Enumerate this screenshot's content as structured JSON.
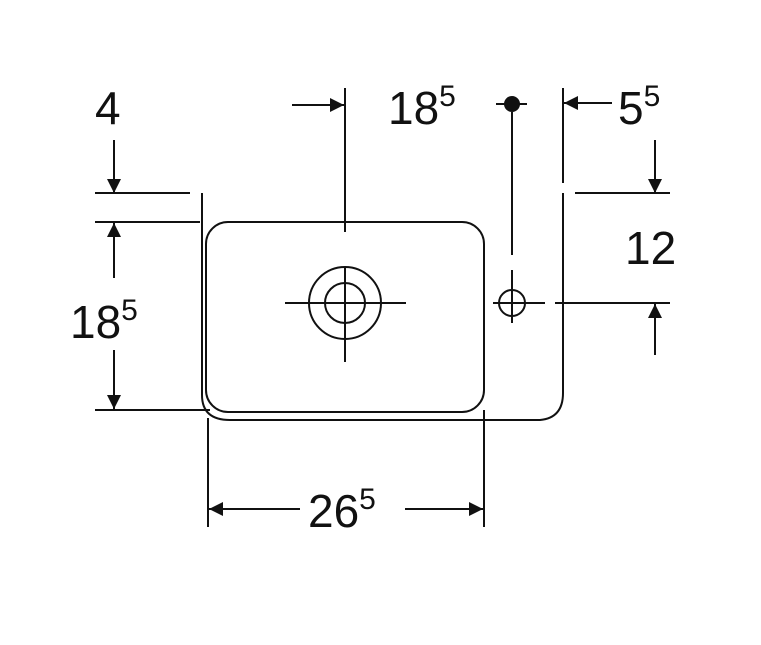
{
  "colors": {
    "line": "#111111",
    "background": "#ffffff"
  },
  "dimensions": {
    "top_left": {
      "main": "4"
    },
    "top_center": {
      "main": "18",
      "sup": "5"
    },
    "top_right": {
      "main": "5",
      "sup": "5"
    },
    "right": {
      "main": "12"
    },
    "left": {
      "main": "18",
      "sup": "5"
    },
    "bottom": {
      "main": "26",
      "sup": "5"
    }
  }
}
